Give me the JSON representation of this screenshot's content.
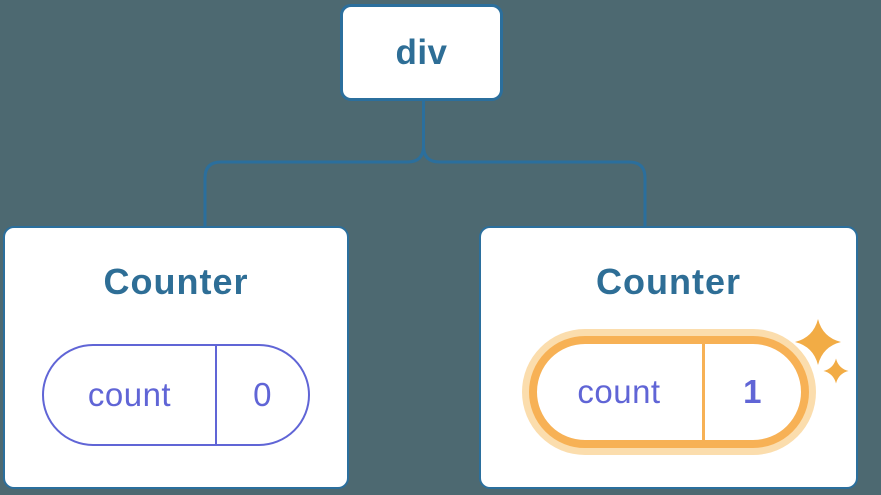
{
  "colors": {
    "background": "#4D6971",
    "node_border": "#2B6F9D",
    "node_text": "#2E6E96",
    "connector": "#2B6F9D",
    "card_bg": "#FFFFFF",
    "state_purple": "#6065D6",
    "highlight_orange": "#F7B155",
    "highlight_glow": "#FBDDAD",
    "sparkle": "#F2AC45"
  },
  "icons": {
    "sparkles_glyph": "✦"
  },
  "tree": {
    "root": {
      "label": "div"
    },
    "children": [
      {
        "title": "Counter",
        "state": {
          "key": "count",
          "value": "0"
        },
        "highlighted": false
      },
      {
        "title": "Counter",
        "state": {
          "key": "count",
          "value": "1"
        },
        "highlighted": true
      }
    ]
  }
}
